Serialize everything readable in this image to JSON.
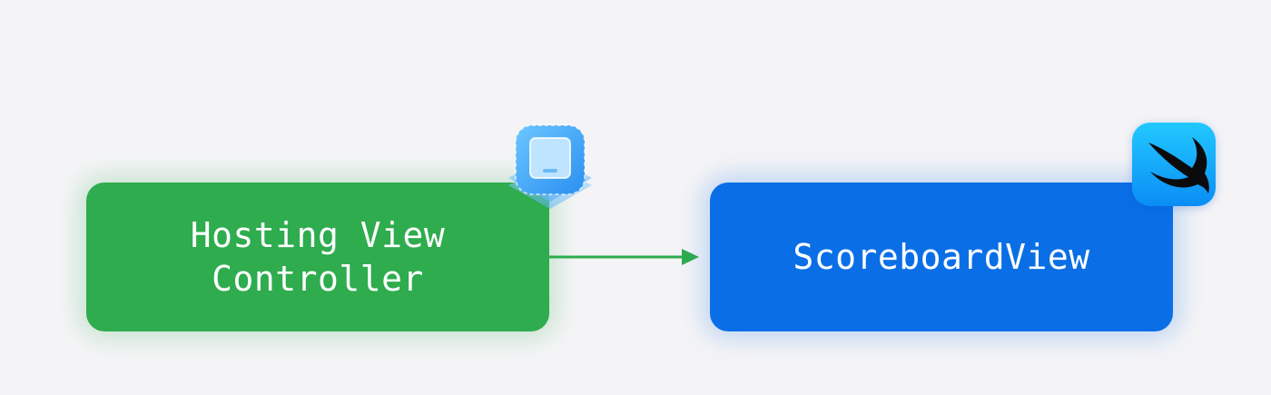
{
  "diagram": {
    "nodes": [
      {
        "id": "hosting",
        "label": "Hosting View\nController",
        "color": "#2eac4e",
        "icon": "uikit-layers-icon"
      },
      {
        "id": "scoreboard",
        "label": "ScoreboardView",
        "color": "#0a6fe6",
        "icon": "swift-icon"
      }
    ],
    "edges": [
      {
        "from": "hosting",
        "to": "scoreboard",
        "color": "#2eac4e"
      }
    ]
  }
}
